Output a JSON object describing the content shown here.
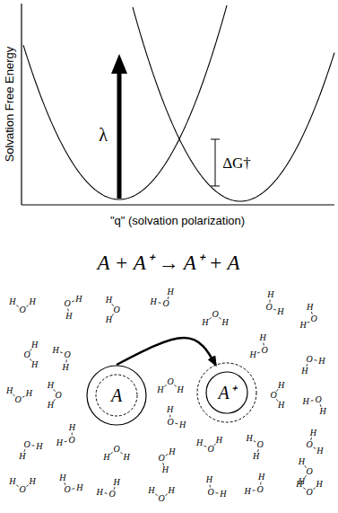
{
  "diagram": {
    "nodes": [
      {
        "text": [
          "A"
        ]
      },
      {
        "text": [
          "A⁺"
        ]
      }
    ],
    "edges": [
      {
        "from": 0,
        "to": 1,
        "arrow": "to"
      }
    ],
    "labels": [
      "Solvation Free Energy",
      "\"q\" (solvation polarization)",
      "λ",
      "ΔG†",
      "A + A⁺ → A⁺ + A",
      "H",
      "O",
      "H",
      "H",
      "O",
      "H",
      "H",
      "O",
      "H",
      "H",
      "O",
      "H",
      "H",
      "O",
      "H",
      "H",
      "O",
      "H",
      "H",
      "O",
      "H",
      "H",
      "O",
      "H",
      "H",
      "O",
      "H",
      "H",
      "O",
      "H",
      "H",
      "O",
      "H",
      "H",
      "O",
      "H",
      "H",
      "O",
      "H",
      "H",
      "O",
      "H",
      "H",
      "O",
      "H",
      "H",
      "O",
      "H",
      "H",
      "O",
      "H",
      "H",
      "O",
      "H",
      "H",
      "O",
      "H",
      "H",
      "O",
      "H",
      "H",
      "O",
      "H",
      "H",
      "O",
      "H",
      "H",
      "O",
      "H",
      "H",
      "O",
      "H",
      "H",
      "O",
      "H",
      "H",
      "O",
      "H",
      "H",
      "O",
      "H",
      "H",
      "O",
      "H",
      "H",
      "O",
      "H",
      "H",
      "O",
      "H",
      "H",
      "O",
      "H",
      "H",
      "O",
      "H"
    ]
  }
}
